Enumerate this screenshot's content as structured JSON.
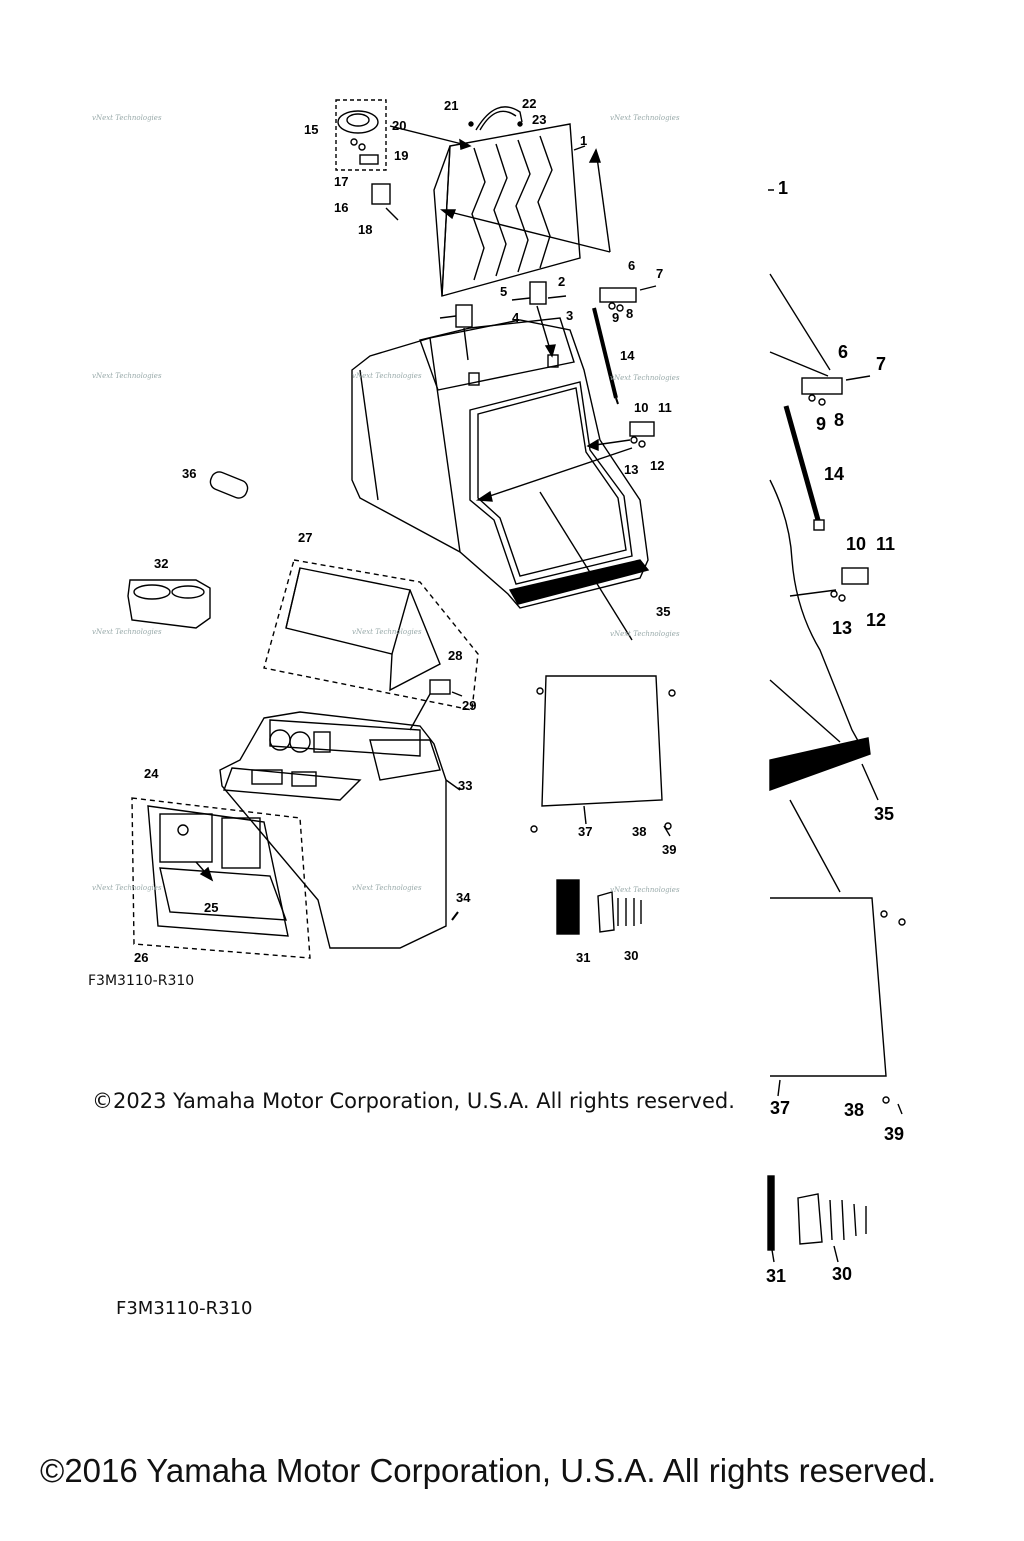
{
  "callouts": {
    "c1": "1",
    "c2": "2",
    "c3": "3",
    "c4": "4",
    "c5": "5",
    "c6": "6",
    "c7": "7",
    "c8": "8",
    "c9": "9",
    "c10": "10",
    "c11": "11",
    "c12": "12",
    "c13": "13",
    "c14": "14",
    "c15": "15",
    "c16": "16",
    "c17": "17",
    "c18": "18",
    "c19": "19",
    "c20": "20",
    "c21": "21",
    "c22": "22",
    "c23": "23",
    "c24": "24",
    "c25": "25",
    "c26": "26",
    "c27": "27",
    "c28": "28",
    "c29": "29",
    "c30": "30",
    "c31": "31",
    "c32": "32",
    "c33": "33",
    "c34": "34",
    "c35": "35",
    "c36": "36",
    "c37": "37",
    "c38": "38",
    "c39": "39"
  },
  "detail_callouts": {
    "d1": "1",
    "d6": "6",
    "d7": "7",
    "d8": "8",
    "d9": "9",
    "d10": "10",
    "d11": "11",
    "d12": "12",
    "d13": "13",
    "d14": "14",
    "d30": "30",
    "d31": "31",
    "d35": "35",
    "d37": "37",
    "d38": "38",
    "d39": "39"
  },
  "watermark": "vNext Technologies",
  "diagram_code": "F3M3110-R310",
  "diagram_code_duplicate": "F3M3110-R310",
  "copyright_2023": "©2023 Yamaha Motor Corporation, U.S.A. All rights reserved.",
  "copyright_2016": "©2016 Yamaha Motor Corporation, U.S.A. All rights reserved.",
  "colors": {
    "ink": "#000000",
    "paper": "#ffffff",
    "watermark": "#99aaaa"
  }
}
